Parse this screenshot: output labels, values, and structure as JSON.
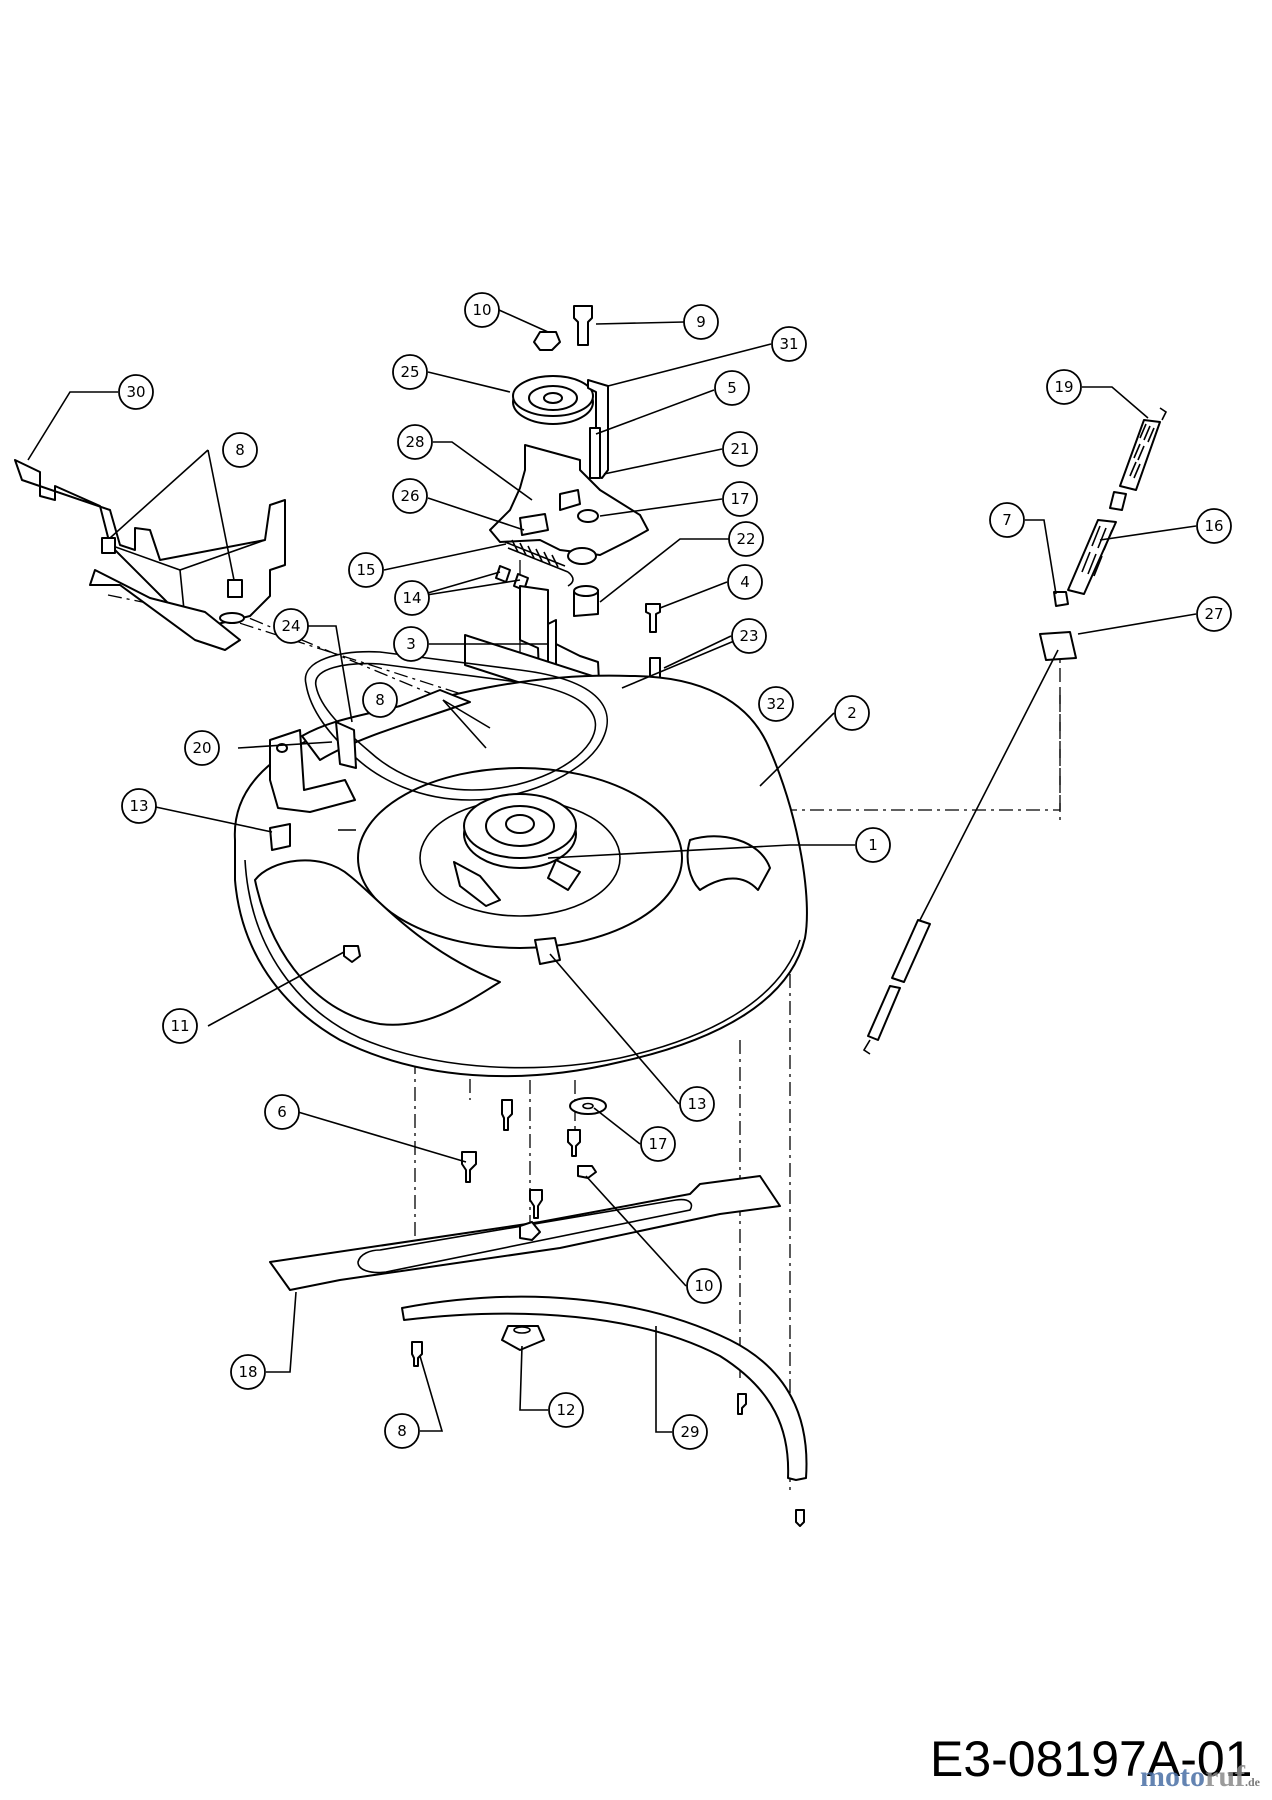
{
  "drawing_number": "E3-08197A-01",
  "watermark": {
    "text_a": "moto",
    "text_b": "ruf",
    "suffix": ".de",
    "color_a": "#4a6fa5",
    "color_b": "#8a8a8a"
  },
  "callouts": [
    {
      "id": "c10a",
      "label": "10"
    },
    {
      "id": "c9",
      "label": "9"
    },
    {
      "id": "c31",
      "label": "31"
    },
    {
      "id": "c25",
      "label": "25"
    },
    {
      "id": "c5",
      "label": "5"
    },
    {
      "id": "c30",
      "label": "30"
    },
    {
      "id": "c28",
      "label": "28"
    },
    {
      "id": "c21",
      "label": "21"
    },
    {
      "id": "c8a",
      "label": "8"
    },
    {
      "id": "c26",
      "label": "26"
    },
    {
      "id": "c17a",
      "label": "17"
    },
    {
      "id": "c22",
      "label": "22"
    },
    {
      "id": "c15",
      "label": "15"
    },
    {
      "id": "c4",
      "label": "4"
    },
    {
      "id": "c14",
      "label": "14"
    },
    {
      "id": "c24",
      "label": "24"
    },
    {
      "id": "c3",
      "label": "3"
    },
    {
      "id": "c23",
      "label": "23"
    },
    {
      "id": "c8b",
      "label": "8"
    },
    {
      "id": "c32",
      "label": "32"
    },
    {
      "id": "c2",
      "label": "2"
    },
    {
      "id": "c20",
      "label": "20"
    },
    {
      "id": "c13a",
      "label": "13"
    },
    {
      "id": "c1",
      "label": "1"
    },
    {
      "id": "c11",
      "label": "11"
    },
    {
      "id": "c13b",
      "label": "13"
    },
    {
      "id": "c6",
      "label": "6"
    },
    {
      "id": "c17b",
      "label": "17"
    },
    {
      "id": "c10b",
      "label": "10"
    },
    {
      "id": "c18",
      "label": "18"
    },
    {
      "id": "c12",
      "label": "12"
    },
    {
      "id": "c8c",
      "label": "8"
    },
    {
      "id": "c29",
      "label": "29"
    },
    {
      "id": "c19",
      "label": "19"
    },
    {
      "id": "c7",
      "label": "7"
    },
    {
      "id": "c16",
      "label": "16"
    },
    {
      "id": "c27",
      "label": "27"
    }
  ]
}
